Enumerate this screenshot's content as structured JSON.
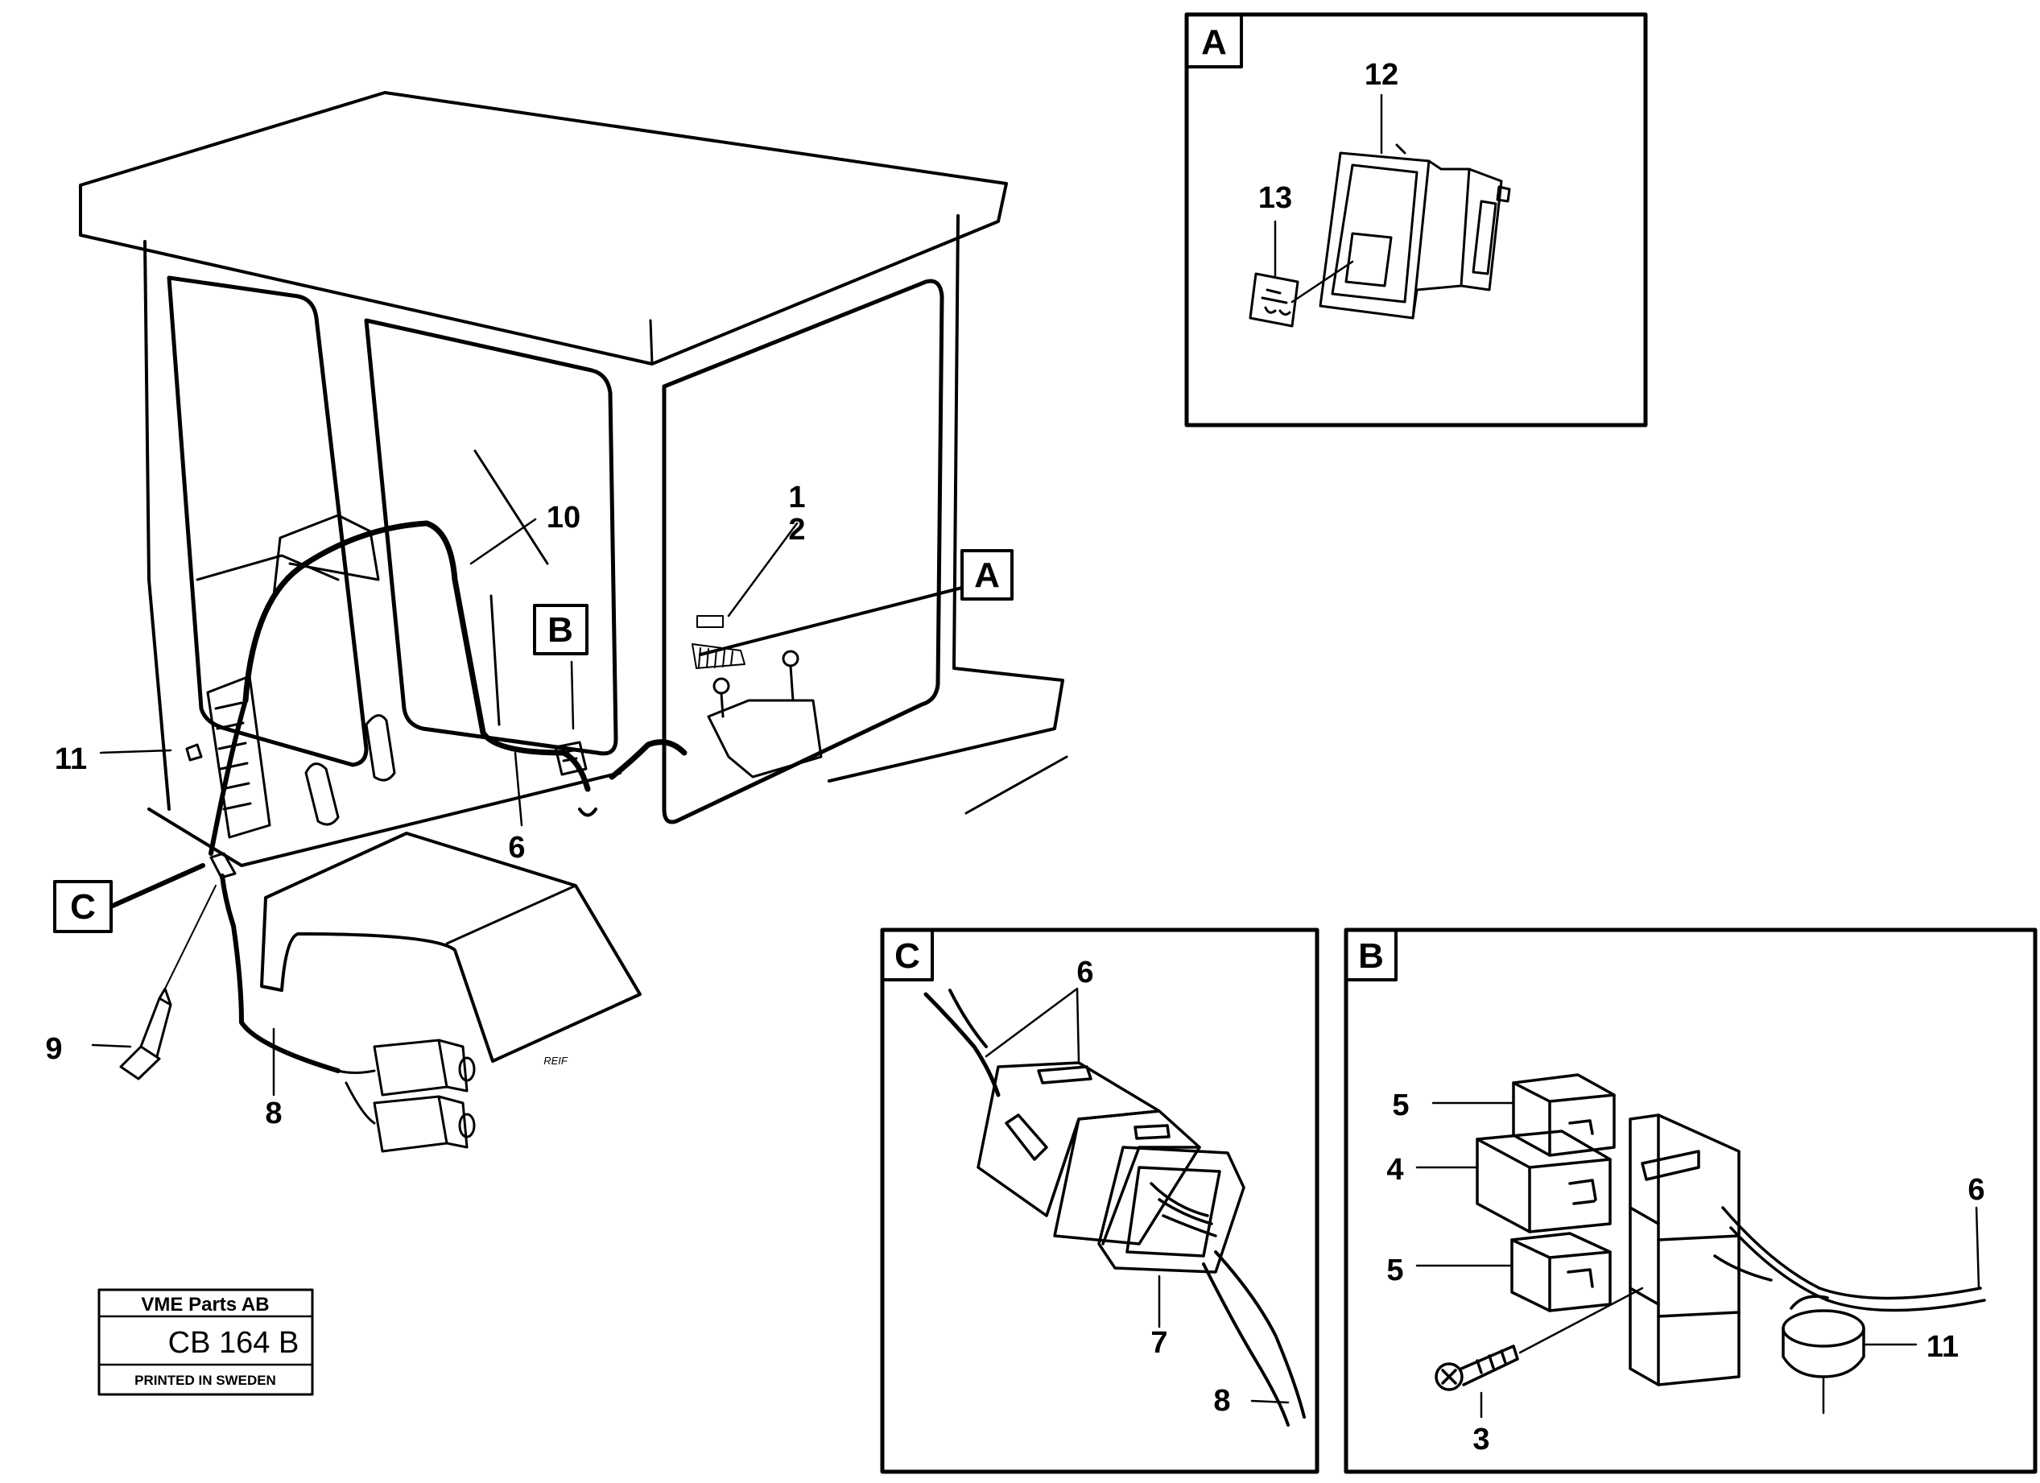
{
  "callouts": {
    "n1": "1",
    "n2": "2",
    "n3": "3",
    "n4": "4",
    "n5a": "5",
    "n5b": "5",
    "n6_main": "6",
    "n6_c": "6",
    "n6_b": "6",
    "n7": "7",
    "n8_main": "8",
    "n8_c": "8",
    "n9": "9",
    "n10": "10",
    "n11_main": "11",
    "n11_b": "11",
    "n12": "12",
    "n13": "13"
  },
  "section_letters": {
    "a_ref": "A",
    "b_ref": "B",
    "c_ref": "C",
    "a_detail": "A",
    "b_detail": "B",
    "c_detail": "C"
  },
  "title_block": {
    "company": "VME Parts AB",
    "code": "CB 164 B",
    "printed": "PRINTED IN SWEDEN"
  },
  "signature": "REIF"
}
